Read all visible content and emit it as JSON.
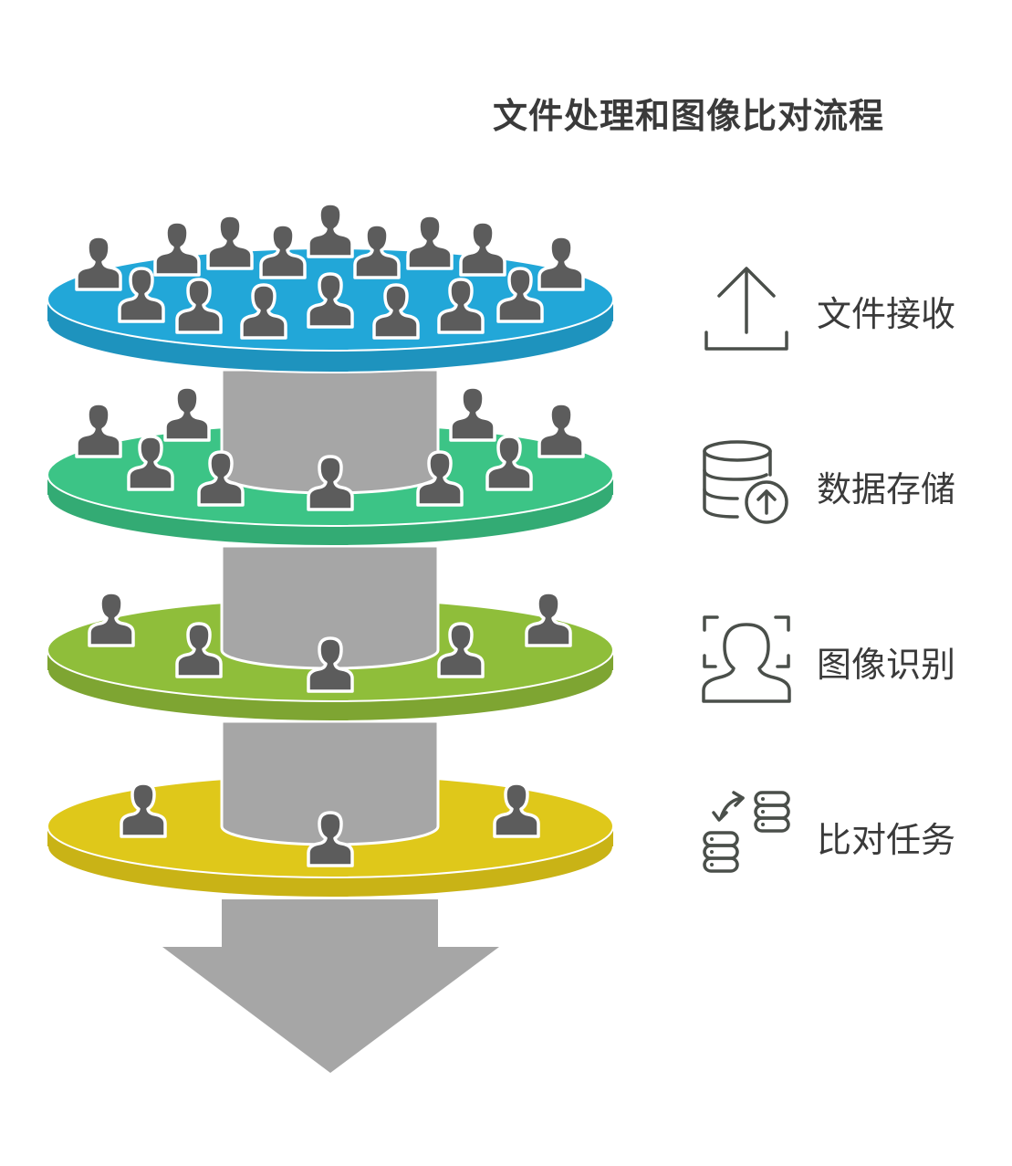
{
  "title": "文件处理和图像比对流程",
  "stages": [
    {
      "label": "文件接收",
      "icon": "upload-icon",
      "color": "#22a7d8"
    },
    {
      "label": "数据存储",
      "icon": "database-upload-icon",
      "color": "#3cc486"
    },
    {
      "label": "图像识别",
      "icon": "face-scan-icon",
      "color": "#8fbe3a"
    },
    {
      "label": "比对任务",
      "icon": "database-compare-icon",
      "color": "#dfc81a"
    }
  ],
  "colors": {
    "shaft": "#a6a6a6",
    "person": "#5c5c5c",
    "text": "#3a3a3a",
    "icon_stroke": "#4a4f4a"
  }
}
